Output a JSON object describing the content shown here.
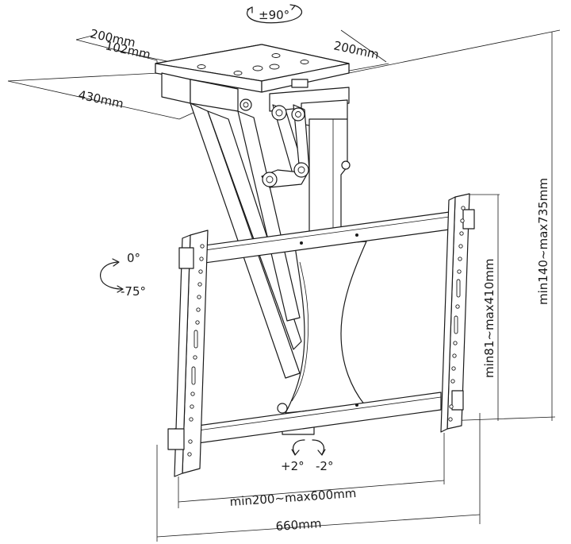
{
  "diagram": {
    "rotation_label": "±90°",
    "ceiling_plate_width_1": "200mm",
    "ceiling_plate_width_2": "102mm",
    "ceiling_plate_depth": "200mm",
    "drop_depth": "430mm",
    "tilt_top": "0°",
    "tilt_bottom": "-75°",
    "height_range": "min140~max735mm",
    "vertical_hole_range": "min81~max410mm",
    "level_plus": "+2°",
    "level_minus": "-2°",
    "horizontal_hole_range": "min200~max600mm",
    "overall_width": "660mm"
  }
}
